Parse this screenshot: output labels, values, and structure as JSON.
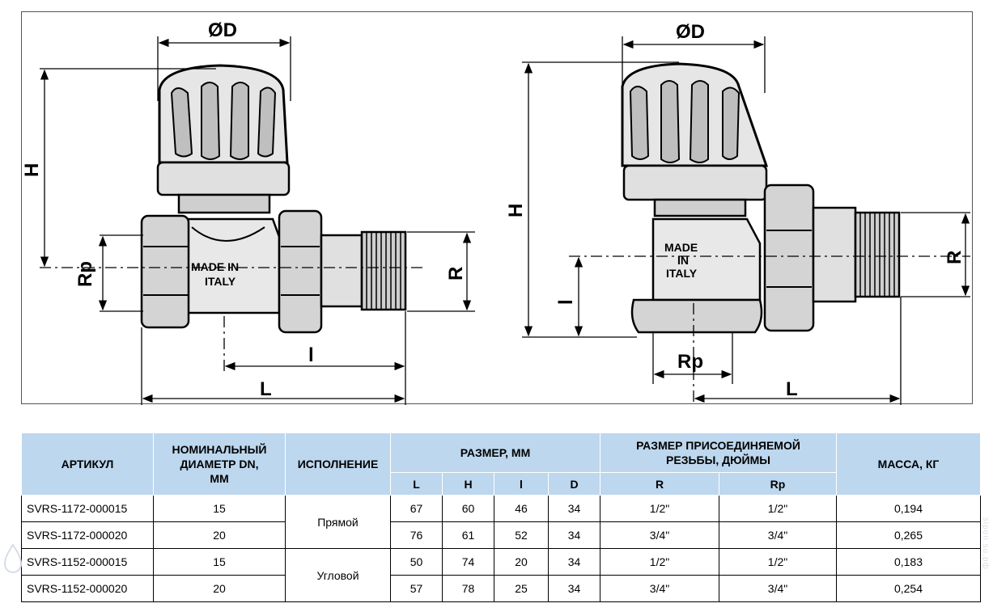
{
  "drawing": {
    "labels": {
      "diameter": "ØD",
      "height": "H",
      "length_total": "L",
      "length_inner": "l",
      "thread_r": "R",
      "thread_rp": "Rp",
      "stamp_straight": [
        "MADE IN",
        "ITALY"
      ],
      "stamp_angle": [
        "MADE",
        "IN",
        "ITALY"
      ]
    }
  },
  "table": {
    "headers": {
      "article": "АРТИКУЛ",
      "dn": [
        "НОМИНАЛЬНЫЙ",
        "ДИАМЕТР DN,",
        "ММ"
      ],
      "execution": "ИСПОЛНЕНИЕ",
      "size": "РАЗМЕР, ММ",
      "thread": [
        "РАЗМЕР ПРИСОЕДИНЯЕМОЙ",
        "РЕЗЬБЫ, ДЮЙМЫ"
      ],
      "mass": "МАССА, КГ",
      "sub": [
        "L",
        "H",
        "l",
        "D",
        "R",
        "Rp"
      ]
    },
    "groups": [
      "Прямой",
      "Угловой"
    ],
    "rows": [
      {
        "article": "SVRS-1172-000015",
        "dn": "15",
        "L": "67",
        "H": "60",
        "l": "46",
        "D": "34",
        "R": "1/2\"",
        "Rp": "1/2\"",
        "mass": "0,194"
      },
      {
        "article": "SVRS-1172-000020",
        "dn": "20",
        "L": "76",
        "H": "61",
        "l": "52",
        "D": "34",
        "R": "3/4\"",
        "Rp": "3/4\"",
        "mass": "0,265"
      },
      {
        "article": "SVRS-1152-000015",
        "dn": "15",
        "L": "50",
        "H": "74",
        "l": "20",
        "D": "34",
        "R": "1/2\"",
        "Rp": "1/2\"",
        "mass": "0,183"
      },
      {
        "article": "SVRS-1152-000020",
        "dn": "20",
        "L": "57",
        "H": "78",
        "l": "25",
        "D": "34",
        "R": "3/4\"",
        "Rp": "3/4\"",
        "mass": "0,254"
      }
    ]
  },
  "watermark": "sipon.su.рф"
}
